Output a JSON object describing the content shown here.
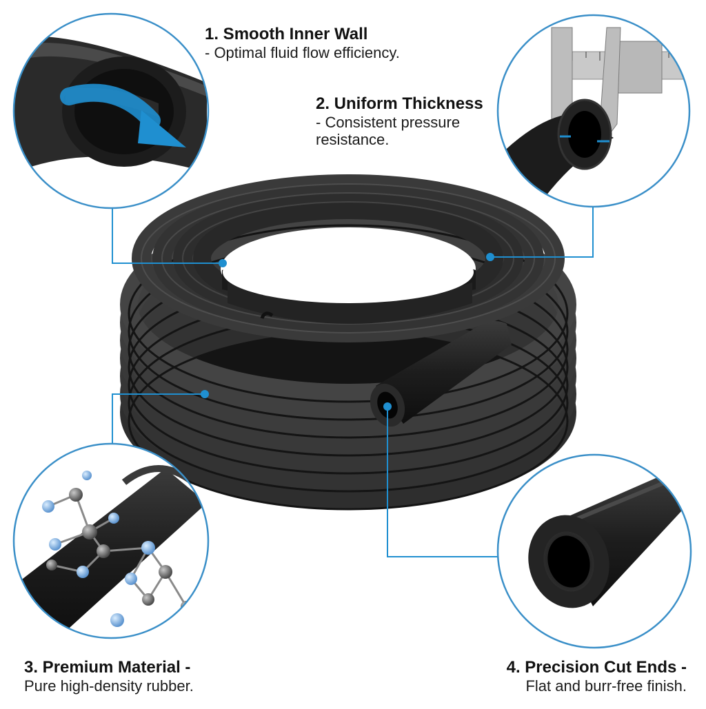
{
  "callouts": [
    {
      "heading": "1. Smooth Inner Wall",
      "sub": "- Optimal fluid flow efficiency."
    },
    {
      "heading": "2. Uniform Thickness",
      "sub": "- Consistent pressure resistance."
    },
    {
      "heading": "3. Premium Material -",
      "sub": "Pure high-density rubber."
    },
    {
      "heading": "4. Precision Cut Ends -",
      "sub": "Flat and burr-free finish."
    }
  ],
  "colors": {
    "accent": "#1f8fd0",
    "circle_stroke": "#3a8fc8",
    "rubber": "#1b1b1b",
    "rubber_highlight": "#3a3a3a"
  },
  "icons": {
    "flow": "flow-arrow-icon",
    "caliper": "caliper-icon",
    "molecule": "molecule-icon"
  }
}
